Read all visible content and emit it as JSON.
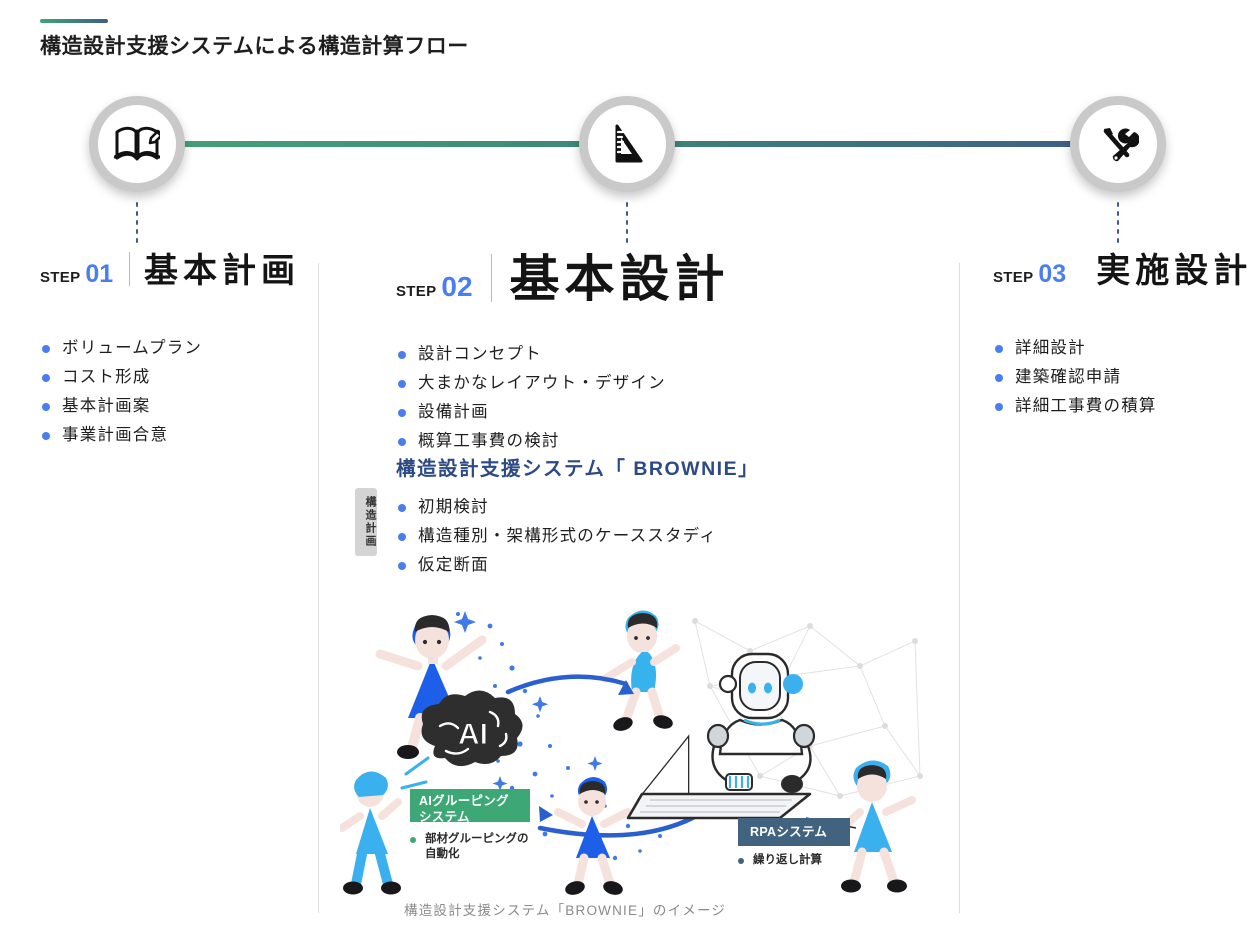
{
  "header": {
    "title": "構造設計支援システムによる構造計算フロー",
    "accent_gradient_from": "#43a277",
    "accent_gradient_to": "#3f5e85"
  },
  "timeline": {
    "nodes": [
      {
        "icon": "book-pencil-icon",
        "step": "01"
      },
      {
        "icon": "set-square-ruler-icon",
        "step": "02"
      },
      {
        "icon": "tools-wrench-screwdriver-icon",
        "step": "03"
      }
    ],
    "line_color_start": "#43a277",
    "line_color_mid": "#3e8579",
    "line_color_end": "#3f5e85",
    "dot_color": "#3f5e85"
  },
  "columns": [
    {
      "step_word": "STEP",
      "step_number": "01",
      "title": "基本計画",
      "items": [
        "ボリュームプラン",
        "コスト形成",
        "基本計画案",
        "事業計画合意"
      ]
    },
    {
      "step_word": "STEP",
      "step_number": "02",
      "title": "基本設計",
      "items": [
        "設計コンセプト",
        "大まかなレイアウト・デザイン",
        "設備計画",
        "概算工事費の検討"
      ]
    },
    {
      "step_word": "STEP",
      "step_number": "03",
      "title": "実施設計",
      "items": [
        "詳細設計",
        "建築確認申請",
        "詳細工事費の積算"
      ]
    }
  ],
  "brownie": {
    "title": "構造設計支援システム「 BROWNIE」",
    "side_tag": "構造計画",
    "items": [
      "初期検討",
      "構造種別・架構形式のケーススタディ",
      "仮定断面"
    ]
  },
  "illustration": {
    "caption": "構造設計支援システム「BROWNIE」のイメージ",
    "ai_badge": "AIグルーピング\nシステム",
    "ai_badge_line1": "AIグルーピング",
    "ai_badge_line2": "システム",
    "ai_badge_color": "#3da876",
    "ai_sub_line1": "部材グルーピングの",
    "ai_sub_line2": "自動化",
    "rpa_badge": "RPAシステム",
    "rpa_badge_color": "#42637f",
    "rpa_sub": "繰り返し計算",
    "brain_label": "AI"
  },
  "colors": {
    "bullet_blue": "#4a7df0",
    "step_number_blue": "#4a7df0",
    "brownie_heading": "#2c4a86",
    "caption_gray": "#8a8a8a",
    "node_ring_gray": "#c9c9c9"
  }
}
